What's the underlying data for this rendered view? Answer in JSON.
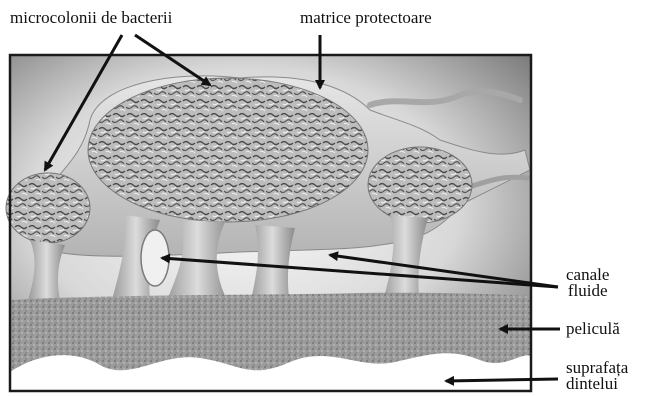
{
  "labels": {
    "microcolonii": "microcolonii de bacterii",
    "matrice": "matrice protectoare",
    "canale_line1": "canale",
    "canale_line2": "fluide",
    "pelicula": "peliculă",
    "suprafata_line1": "suprafața",
    "suprafata_line2": "dintelui"
  },
  "colors": {
    "ink": "#111111",
    "frame": "#1a1a1a",
    "background_light": "#f4f4f4",
    "background_dark": "#6e6e6e",
    "pellicle": "#9a9a9a",
    "tooth_surface": "#ffffff"
  }
}
